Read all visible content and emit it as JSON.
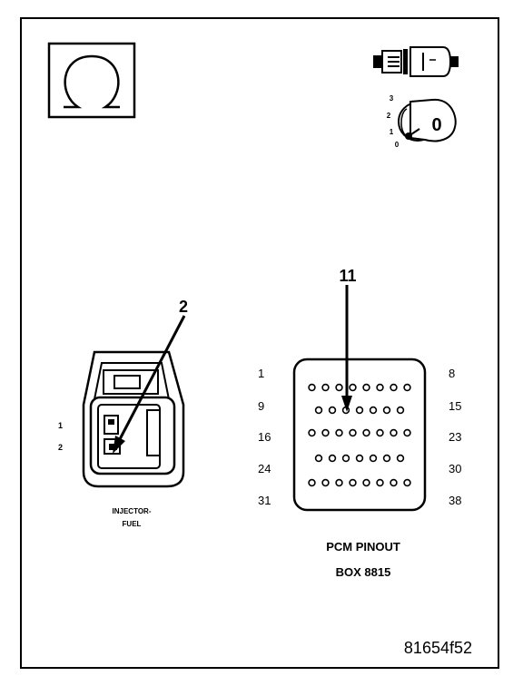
{
  "symbols": {
    "ohm": "Ω",
    "ohm_icon": "ohmmeter-icon",
    "ignition_icon": "ignition-switch-icon",
    "ignition_positions": [
      "3",
      "2",
      "1",
      "0"
    ],
    "key_label": "0"
  },
  "injector": {
    "callout": "2",
    "pins": [
      "1",
      "2"
    ],
    "label_line1": "INJECTOR-",
    "label_line2": "FUEL"
  },
  "pcm": {
    "callout": "11",
    "row_labels_left": [
      "1",
      "9",
      "16",
      "24",
      "31"
    ],
    "row_labels_right": [
      "8",
      "15",
      "23",
      "30",
      "38"
    ],
    "row_pin_counts": [
      8,
      7,
      8,
      7,
      8
    ],
    "label_line1": "PCM PINOUT",
    "label_line2": "BOX 8815"
  },
  "figure_id": "81654f52"
}
